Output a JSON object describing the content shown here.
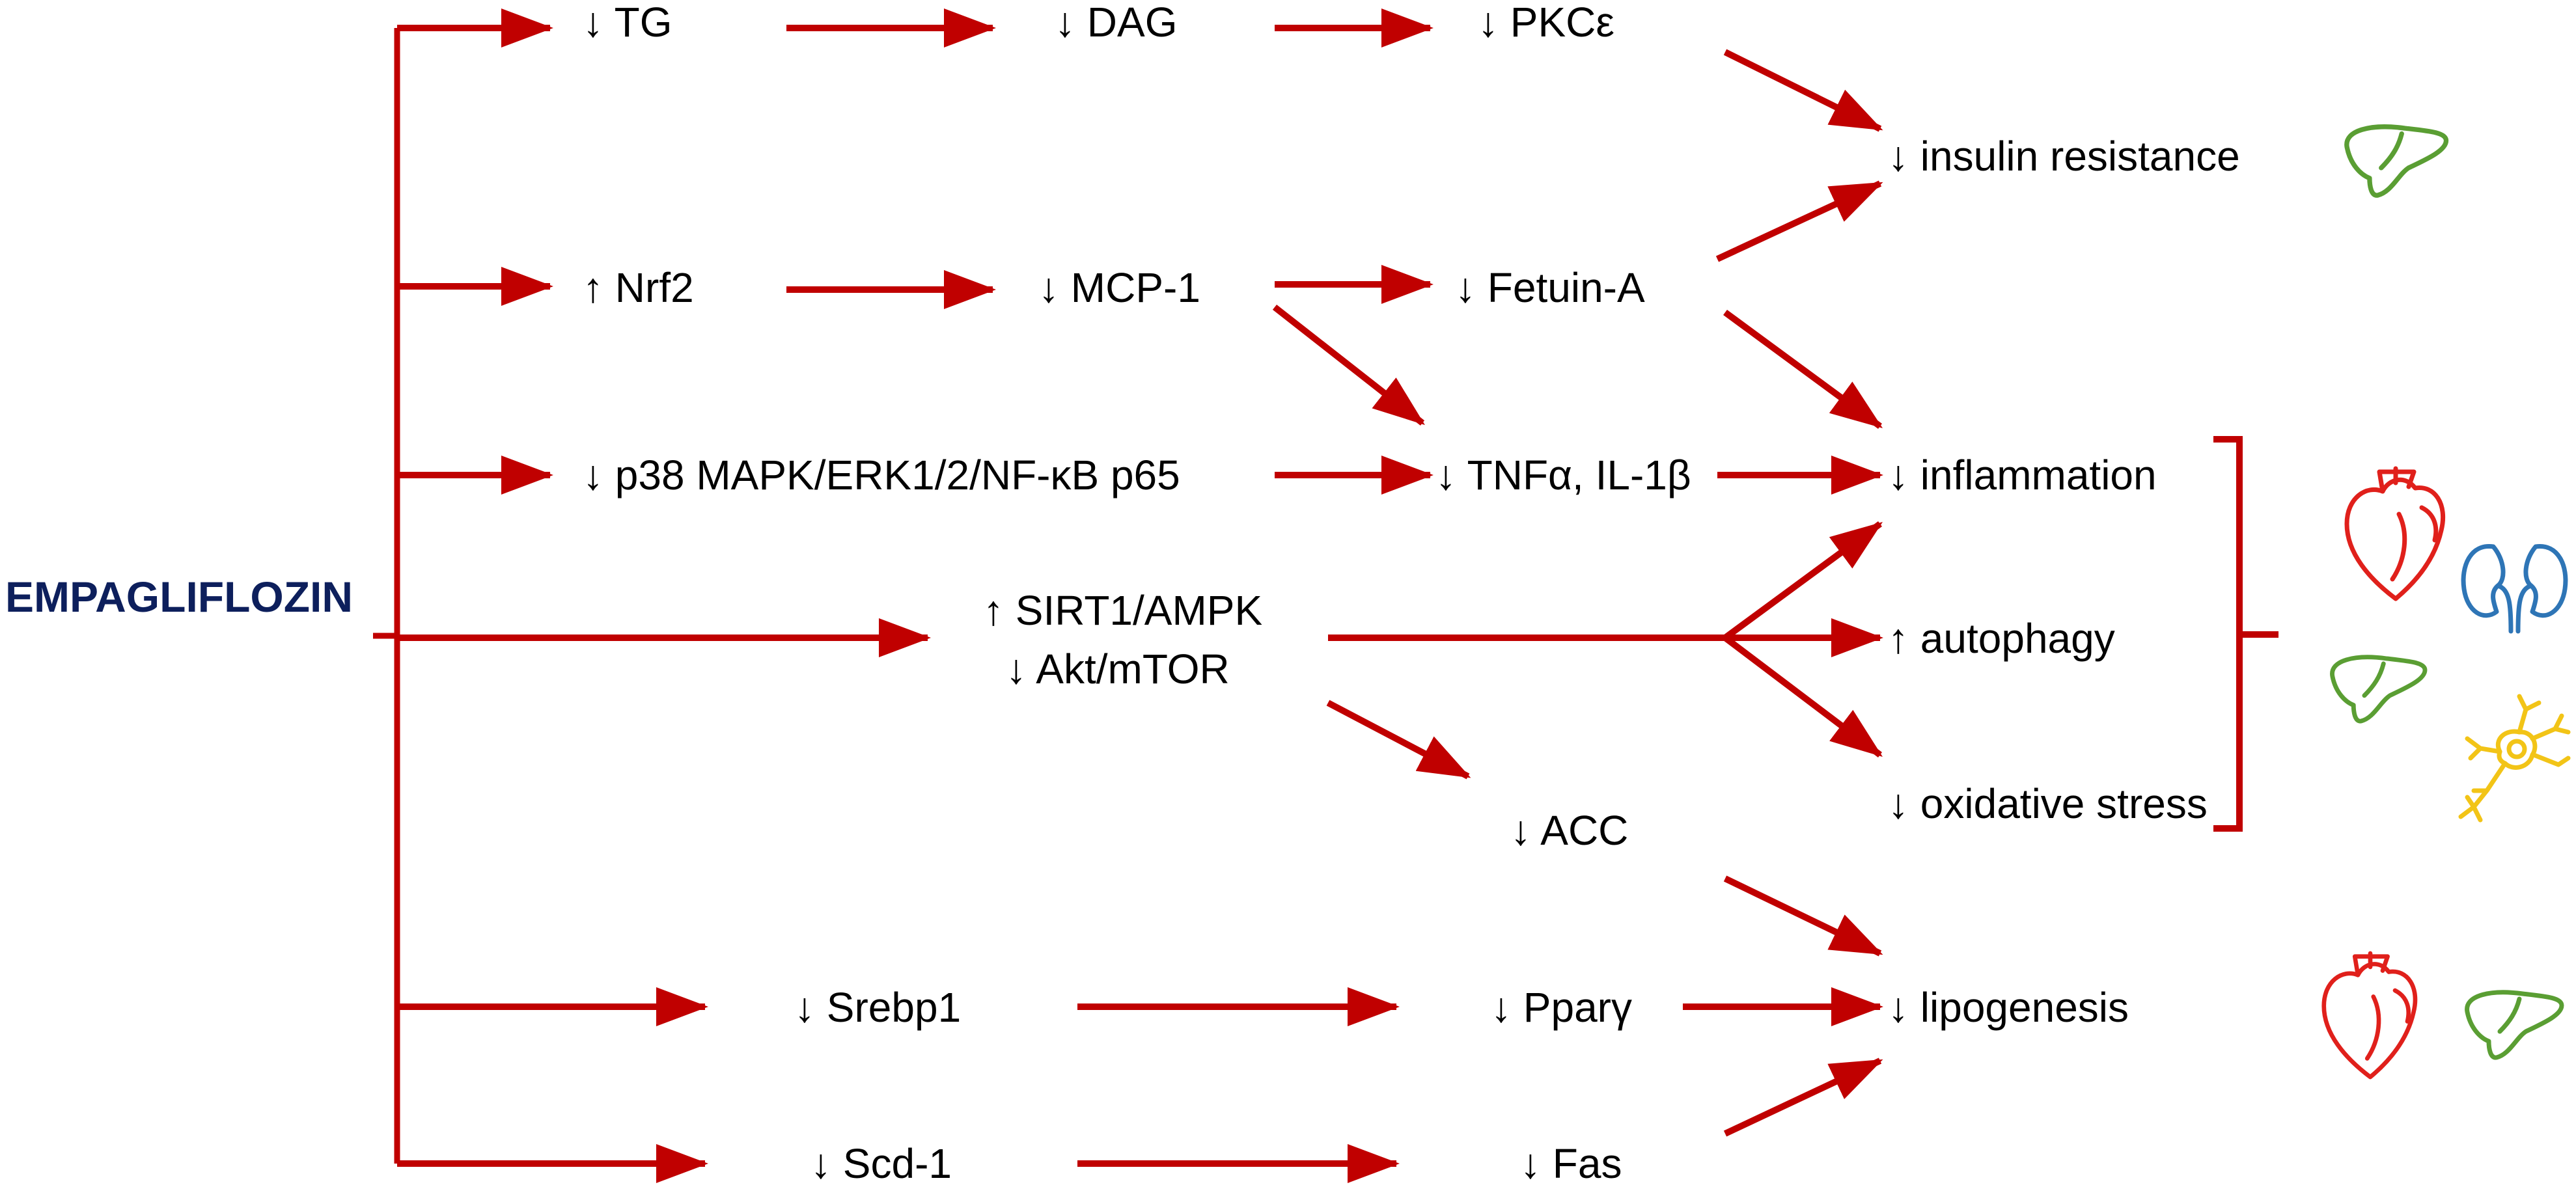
{
  "diagram": {
    "drug": "EMPAGLIFLOZIN",
    "nodes": {
      "tg": "↓ TG",
      "dag": "↓ DAG",
      "pkce": "↓ PKCε",
      "nrf2": "↑ Nrf2",
      "mcp1": "↓ MCP-1",
      "fetuin": "↓ Fetuin-A",
      "p38": "↓ p38 MAPK/ERK1/2/NF-κB p65",
      "tnf": "↓ TNFα, IL-1β",
      "sirt1": "↑ SIRT1/AMPK",
      "akt": "↓ Akt/mTOR",
      "acc": "↓ ACC",
      "srebp1": "↓ Srebp1",
      "ppar": "↓ Pparγ",
      "scd1": "↓ Scd-1",
      "fas": "↓ Fas"
    },
    "outcomes": {
      "insulin": "↓ insulin resistance",
      "inflammation": "↓ inflammation",
      "autophagy": "↑ autophagy",
      "oxidative": "↓ oxidative stress",
      "lipogenesis": "↓ lipogenesis"
    },
    "icons": [
      "liver-icon",
      "heart-icon",
      "kidney-icon",
      "neuron-icon"
    ],
    "colors": {
      "arrow": "#c00000",
      "drug_text": "#0d1f5c",
      "liver": "#5a9e33",
      "heart": "#e0201b",
      "kidney": "#2e75b6",
      "neuron": "#f2c417"
    }
  }
}
